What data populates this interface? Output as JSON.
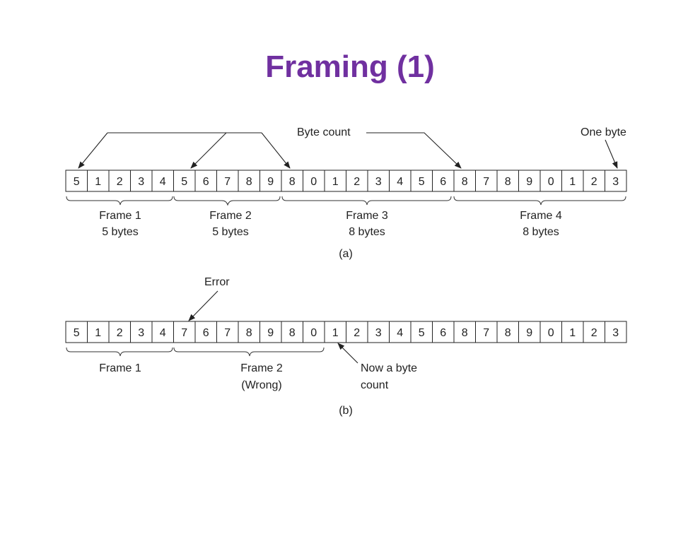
{
  "title": "Framing (1)",
  "colors": {
    "title": "#7030a0",
    "ink": "#222222"
  },
  "diagram_a": {
    "caption": "(a)",
    "bytes": [
      "5",
      "1",
      "2",
      "3",
      "4",
      "5",
      "6",
      "7",
      "8",
      "9",
      "8",
      "0",
      "1",
      "2",
      "3",
      "4",
      "5",
      "6",
      "8",
      "7",
      "8",
      "9",
      "0",
      "1",
      "2",
      "3"
    ],
    "frames": [
      {
        "name": "Frame 1",
        "size": "5 bytes"
      },
      {
        "name": "Frame 2",
        "size": "5 bytes"
      },
      {
        "name": "Frame 3",
        "size": "8 bytes"
      },
      {
        "name": "Frame 4",
        "size": "8 bytes"
      }
    ],
    "label_byte_count": "Byte count",
    "label_one_byte": "One byte"
  },
  "diagram_b": {
    "caption": "(b)",
    "bytes": [
      "5",
      "1",
      "2",
      "3",
      "4",
      "7",
      "6",
      "7",
      "8",
      "9",
      "8",
      "0",
      "1",
      "2",
      "3",
      "4",
      "5",
      "6",
      "8",
      "7",
      "8",
      "9",
      "0",
      "1",
      "2",
      "3"
    ],
    "frames": [
      {
        "name": "Frame 1",
        "size": ""
      },
      {
        "name": "Frame 2",
        "size": "(Wrong)"
      }
    ],
    "label_error": "Error",
    "label_now_line1": "Now a byte",
    "label_now_line2": "count"
  }
}
